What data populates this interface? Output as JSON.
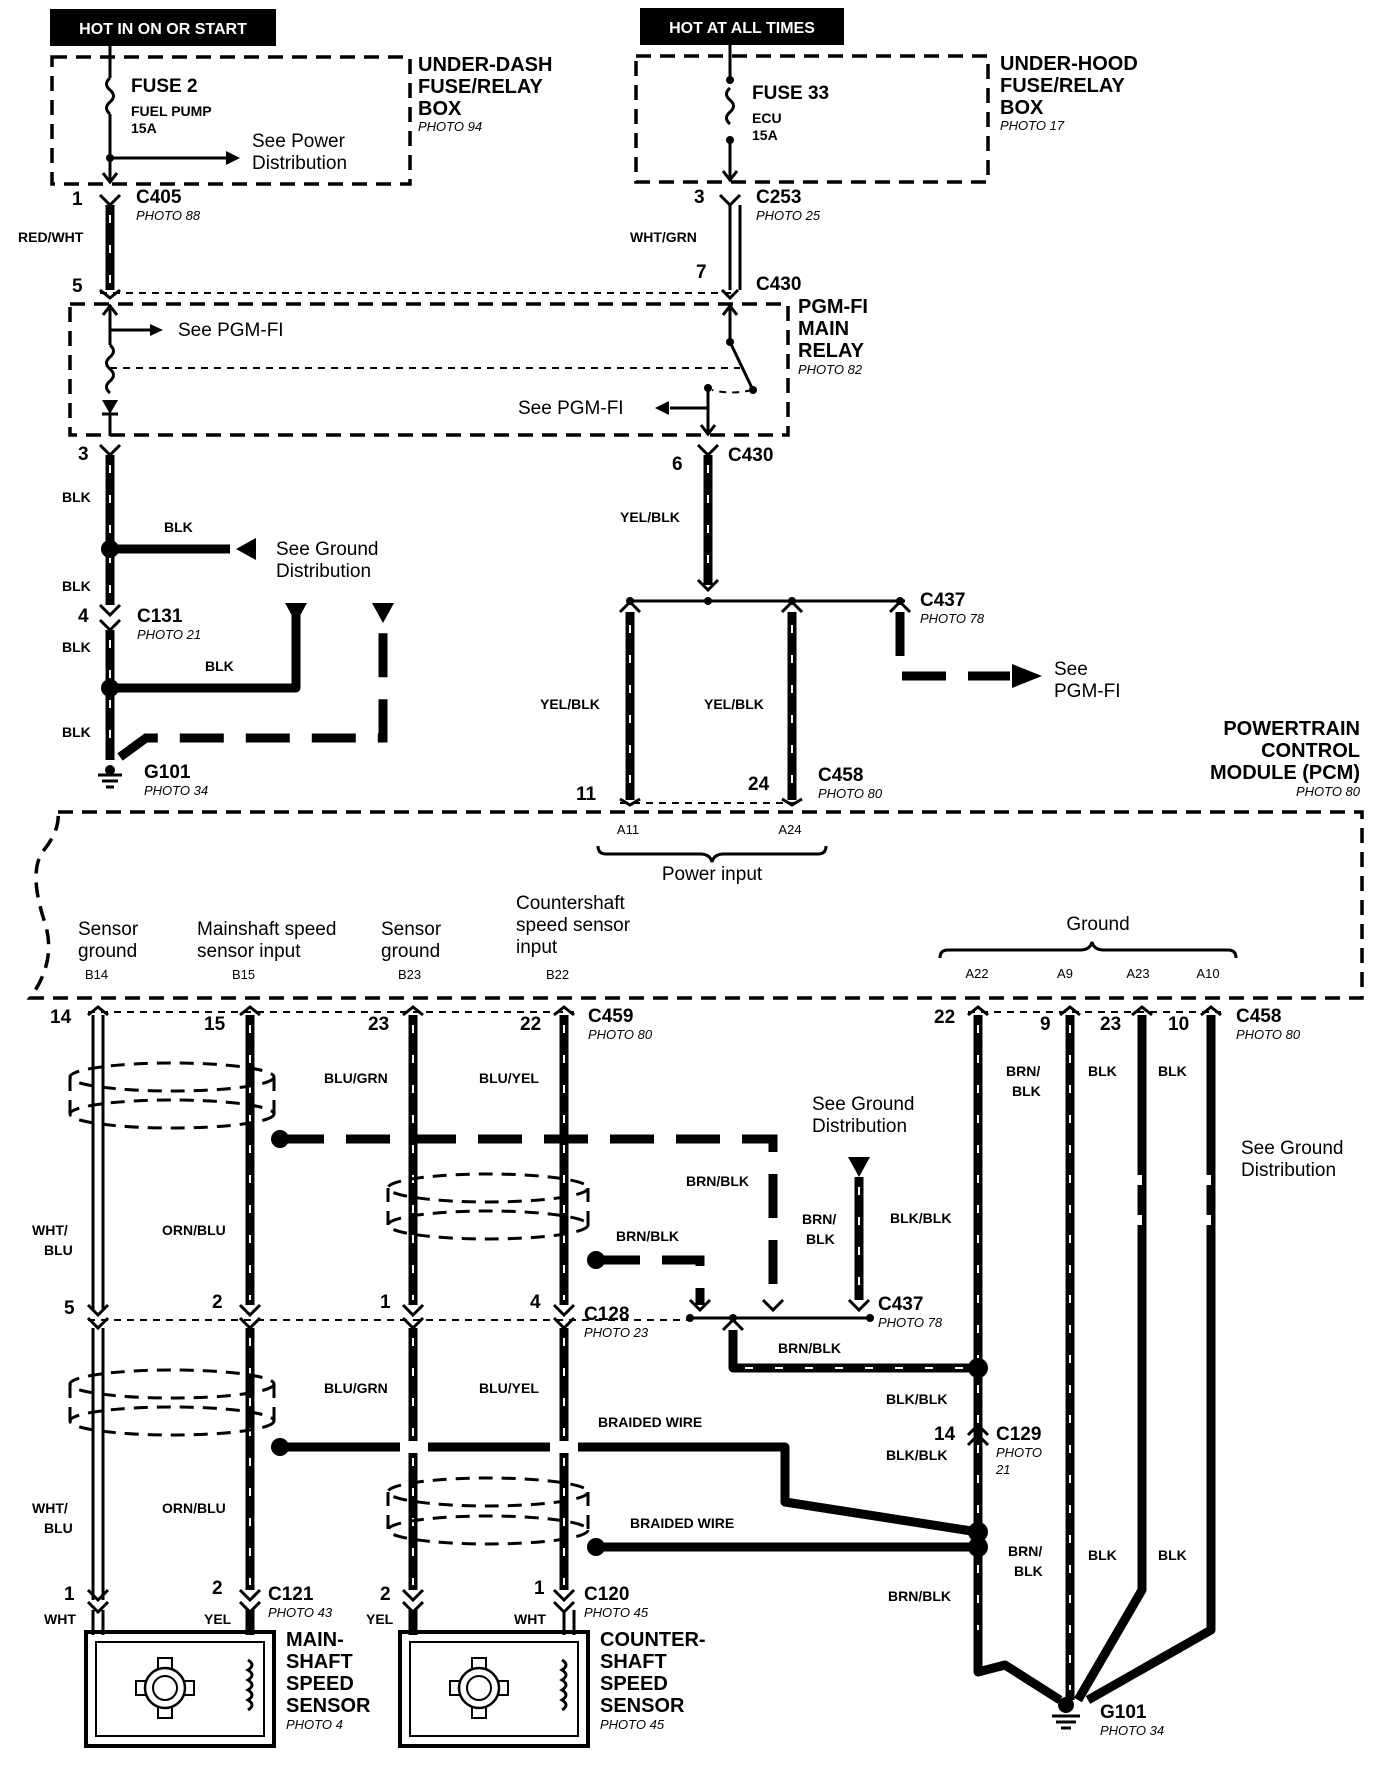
{
  "headers": {
    "hot_run": "HOT IN ON OR START",
    "hot_all": "HOT AT ALL TIMES"
  },
  "underdash": {
    "title1": "UNDER-DASH",
    "title2": "FUSE/RELAY",
    "title3": "BOX",
    "photo": "PHOTO 94",
    "fuse": "FUSE 2",
    "fuse_sub": "FUEL PUMP",
    "fuse_amp": "15A",
    "see1": "See Power",
    "see2": "Distribution"
  },
  "underhood": {
    "title1": "UNDER-HOOD",
    "title2": "FUSE/RELAY",
    "title3": "BOX",
    "photo": "PHOTO 17",
    "fuse": "FUSE 33",
    "fuse_sub": "ECU",
    "fuse_amp": "15A"
  },
  "connectors": {
    "c405": "C405",
    "c405_photo": "PHOTO 88",
    "c405_pin": "1",
    "c253": "C253",
    "c253_photo": "PHOTO 25",
    "c253_pin": "3",
    "c430_top": "C430",
    "c430_pin5": "5",
    "c430_pin7": "7",
    "c430_bot": "C430",
    "c430_pin3": "3",
    "c430_pin6": "6",
    "c131": "C131",
    "c131_photo": "PHOTO 21",
    "c131_pin": "4",
    "g101_top": "G101",
    "g101_top_photo": "PHOTO 34",
    "c437_top": "C437",
    "c437_top_photo": "PHOTO 78",
    "c458_top": "C458",
    "c458_top_photo": "PHOTO 80",
    "c458_pin11": "11",
    "c458_pin24": "24",
    "c459": "C459",
    "c459_photo": "PHOTO 80",
    "c458_bot": "C458",
    "c458_bot_photo": "PHOTO 80",
    "c128": "C128",
    "c128_photo": "PHOTO 23",
    "c437_bot": "C437",
    "c437_bot_photo": "PHOTO 78",
    "c129": "C129",
    "c129_photo1": "PHOTO",
    "c129_photo2": "21",
    "c129_pin": "14",
    "c121": "C121",
    "c121_photo": "PHOTO 43",
    "c120": "C120",
    "c120_photo": "PHOTO 45",
    "g101_bot": "G101",
    "g101_bot_photo": "PHOTO 34"
  },
  "pins": {
    "p14": "14",
    "p15": "15",
    "p23": "23",
    "p22": "22",
    "r22": "22",
    "r9": "9",
    "r23": "23",
    "r10": "10",
    "c128_5": "5",
    "c128_2": "2",
    "c128_1": "1",
    "c128_4": "4",
    "c121_1": "1",
    "c121_2": "2",
    "c120_2": "2",
    "c120_1": "1"
  },
  "relay": {
    "t1": "PGM-FI",
    "t2": "MAIN",
    "t3": "RELAY",
    "photo": "PHOTO 82",
    "see_top": "See PGM-FI",
    "see_bot": "See PGM-FI"
  },
  "wires": {
    "red_wht": "RED/WHT",
    "wht_grn": "WHT/GRN",
    "blk1": "BLK",
    "blk2": "BLK",
    "blk3": "BLK",
    "blk4": "BLK",
    "blk5": "BLK",
    "blk6": "BLK",
    "yel_blk1": "YEL/BLK",
    "yel_blk2": "YEL/BLK",
    "yel_blk3": "YEL/BLK",
    "blu_grn1": "BLU/GRN",
    "blu_yel1": "BLU/YEL",
    "blu_grn2": "BLU/GRN",
    "blu_yel2": "BLU/YEL",
    "wht_blu1a": "WHT/",
    "wht_blu1b": "BLU",
    "wht_blu2a": "WHT/",
    "wht_blu2b": "BLU",
    "orn_blu1": "ORN/BLU",
    "orn_blu2": "ORN/BLU",
    "brn_blk_a": "BRN/BLK",
    "brn_blk_b": "BRN/BLK",
    "brn_blk_c1": "BRN/",
    "brn_blk_c2": "BLK",
    "brn_blk_d": "BRN/BLK",
    "brn_blk_e": "BRN/BLK",
    "brn_blk_r1a": "BRN/",
    "brn_blk_r1b": "BLK",
    "brn_blk_r2a": "BRN/",
    "brn_blk_r2b": "BLK",
    "blk_r1": "BLK",
    "blk_r2": "BLK",
    "blk_r3": "BLK",
    "blk_r4": "BLK",
    "blk_blk1": "BLK/BLK",
    "blk_blk2": "BLK/BLK",
    "blk_blk3": "BLK/BLK",
    "braided1": "BRAIDED WIRE",
    "braided2": "BRAIDED WIRE",
    "wht1": "WHT",
    "yel1": "YEL",
    "yel2": "YEL",
    "wht2": "WHT"
  },
  "ground_dist": {
    "a1": "See Ground",
    "a2": "Distribution",
    "b1": "See Ground",
    "b2": "Distribution",
    "c1": "See Ground",
    "c2": "Distribution"
  },
  "pgmfi": {
    "see1": "See",
    "see2": "PGM-FI"
  },
  "pcm": {
    "t1": "POWERTRAIN",
    "t2": "CONTROL",
    "t3": "MODULE (PCM)",
    "photo": "PHOTO 80",
    "power_input": "Power input",
    "a11": "A11",
    "a24": "A24",
    "ground": "Ground",
    "a22": "A22",
    "a9": "A9",
    "a23": "A23",
    "a10": "A10",
    "sg1a": "Sensor",
    "sg1b": "ground",
    "b14": "B14",
    "ms1": "Mainshaft speed",
    "ms2": "sensor input",
    "b15": "B15",
    "sg2a": "Sensor",
    "sg2b": "ground",
    "b23": "B23",
    "cs1": "Countershaft",
    "cs2": "speed sensor",
    "cs3": "input",
    "b22": "B22"
  },
  "sensors": {
    "main1": "MAIN-",
    "main2": "SHAFT",
    "main3": "SPEED",
    "main4": "SENSOR",
    "main_photo": "PHOTO 4",
    "cnt1": "COUNTER-",
    "cnt2": "SHAFT",
    "cnt3": "SPEED",
    "cnt4": "SENSOR",
    "cnt_photo": "PHOTO 45"
  }
}
